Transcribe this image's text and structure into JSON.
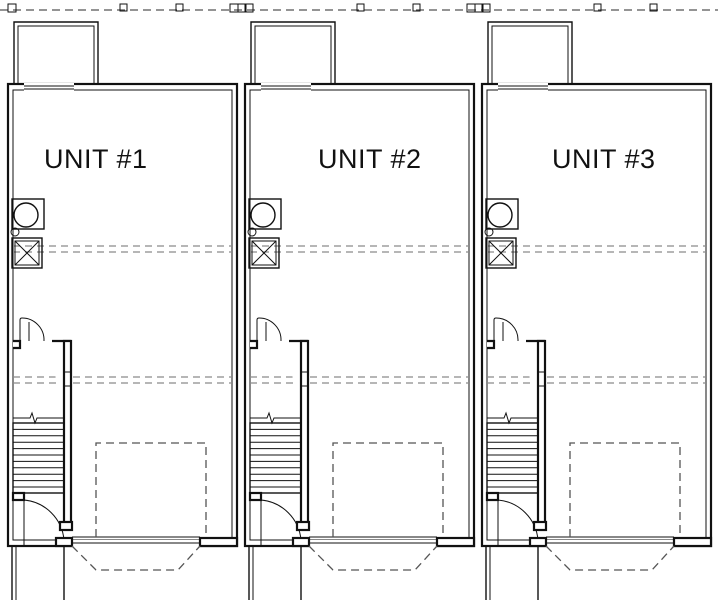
{
  "units": [
    {
      "label": "UNIT #1"
    },
    {
      "label": "UNIT #2"
    },
    {
      "label": "UNIT #3"
    }
  ]
}
